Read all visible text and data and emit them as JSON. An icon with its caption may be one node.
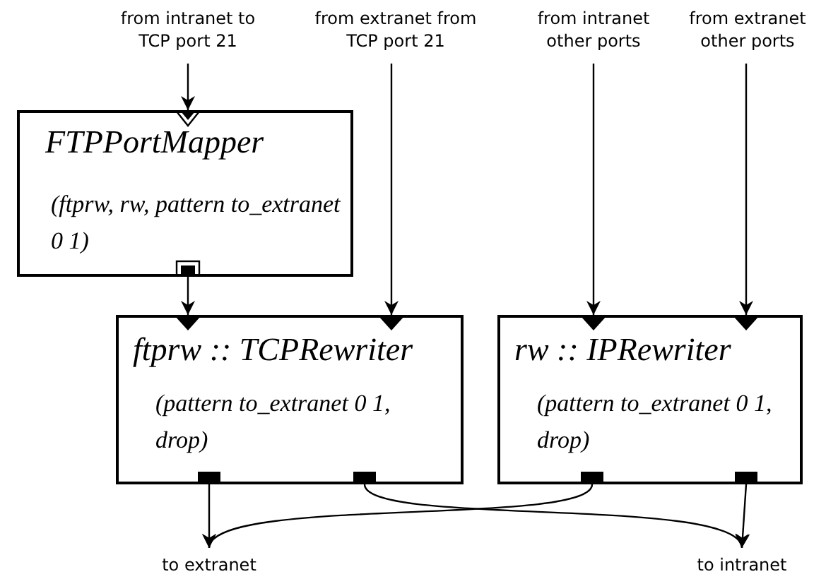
{
  "diagram": {
    "nodes": [
      {
        "text": [
          "from intranet to TCP port 21"
        ]
      },
      {
        "text": [
          "from extranet from TCP port 21"
        ]
      },
      {
        "text": [
          "from intranet other ports"
        ]
      },
      {
        "text": [
          "from extranet other ports"
        ]
      },
      {
        "text": [
          "FTPPortMapper",
          "(ftprw, rw, pattern to_extranet 0 1)"
        ]
      },
      {
        "text": [
          "ftprw :: TCPRewriter",
          "(pattern to_extranet 0 1, drop)"
        ]
      },
      {
        "text": [
          "rw :: IPRewriter",
          "(pattern to_extranet 0 1, drop)"
        ]
      },
      {
        "text": [
          "to extranet"
        ]
      },
      {
        "text": [
          "to intranet"
        ]
      }
    ],
    "edges": [
      {
        "from": 0,
        "to": 4,
        "arrow": "to"
      },
      {
        "from": 4,
        "to": 5,
        "arrow": "to"
      },
      {
        "from": 1,
        "to": 5,
        "arrow": "to"
      },
      {
        "from": 2,
        "to": 6,
        "arrow": "to"
      },
      {
        "from": 3,
        "to": 6,
        "arrow": "to"
      },
      {
        "from": 5,
        "to": 7,
        "arrow": "to"
      },
      {
        "from": 5,
        "to": 8,
        "arrow": "to"
      },
      {
        "from": 6,
        "to": 7,
        "arrow": "to"
      },
      {
        "from": 6,
        "to": 8,
        "arrow": "to"
      }
    ]
  }
}
